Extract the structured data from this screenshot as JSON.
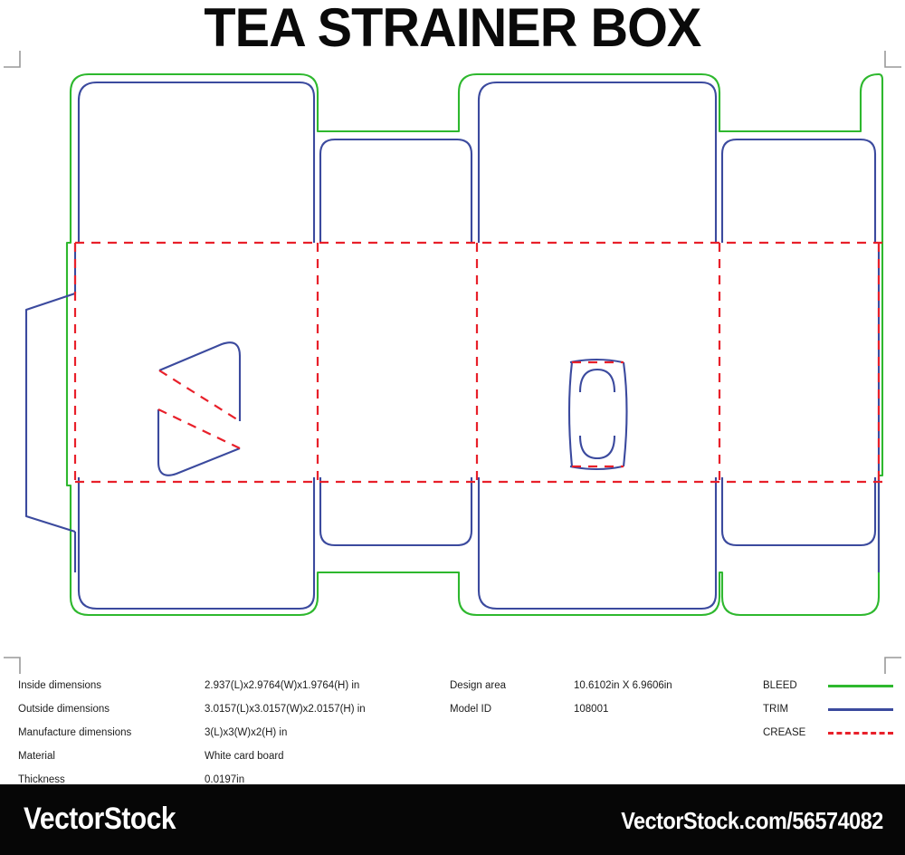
{
  "title": "TEA STRAINER BOX",
  "specs": {
    "left_rows": [
      {
        "label": "Inside dimensions",
        "value": "2.937(L)x2.9764(W)x1.9764(H) in"
      },
      {
        "label": "Outside dimensions",
        "value": "3.0157(L)x3.0157(W)x2.0157(H) in"
      },
      {
        "label": "Manufacture dimensions",
        "value": "3(L)x3(W)x2(H) in"
      },
      {
        "label": "Material",
        "value": "White card board"
      },
      {
        "label": "Thickness",
        "value": "0.0197in"
      }
    ],
    "mid_rows": [
      {
        "label": "Design area",
        "value": "10.6102in X 6.9606in"
      },
      {
        "label": "Model ID",
        "value": "108001"
      }
    ],
    "legend_rows": [
      {
        "label": "BLEED",
        "style": "solid-bleed",
        "color": "#2eb82e"
      },
      {
        "label": "TRIM",
        "style": "solid-trim",
        "color": "#3b4a9e"
      },
      {
        "label": "CREASE",
        "style": "dashed-crease",
        "color": "#e8202a"
      }
    ]
  },
  "watermark": {
    "brand": "VectorStock",
    "url": "VectorStock.com/56574082"
  },
  "dieline": {
    "bleed_color": "#2eb82e",
    "trim_color": "#3b4a9e",
    "crease_color": "#e8202a",
    "crop_mark_color": "#999999"
  }
}
